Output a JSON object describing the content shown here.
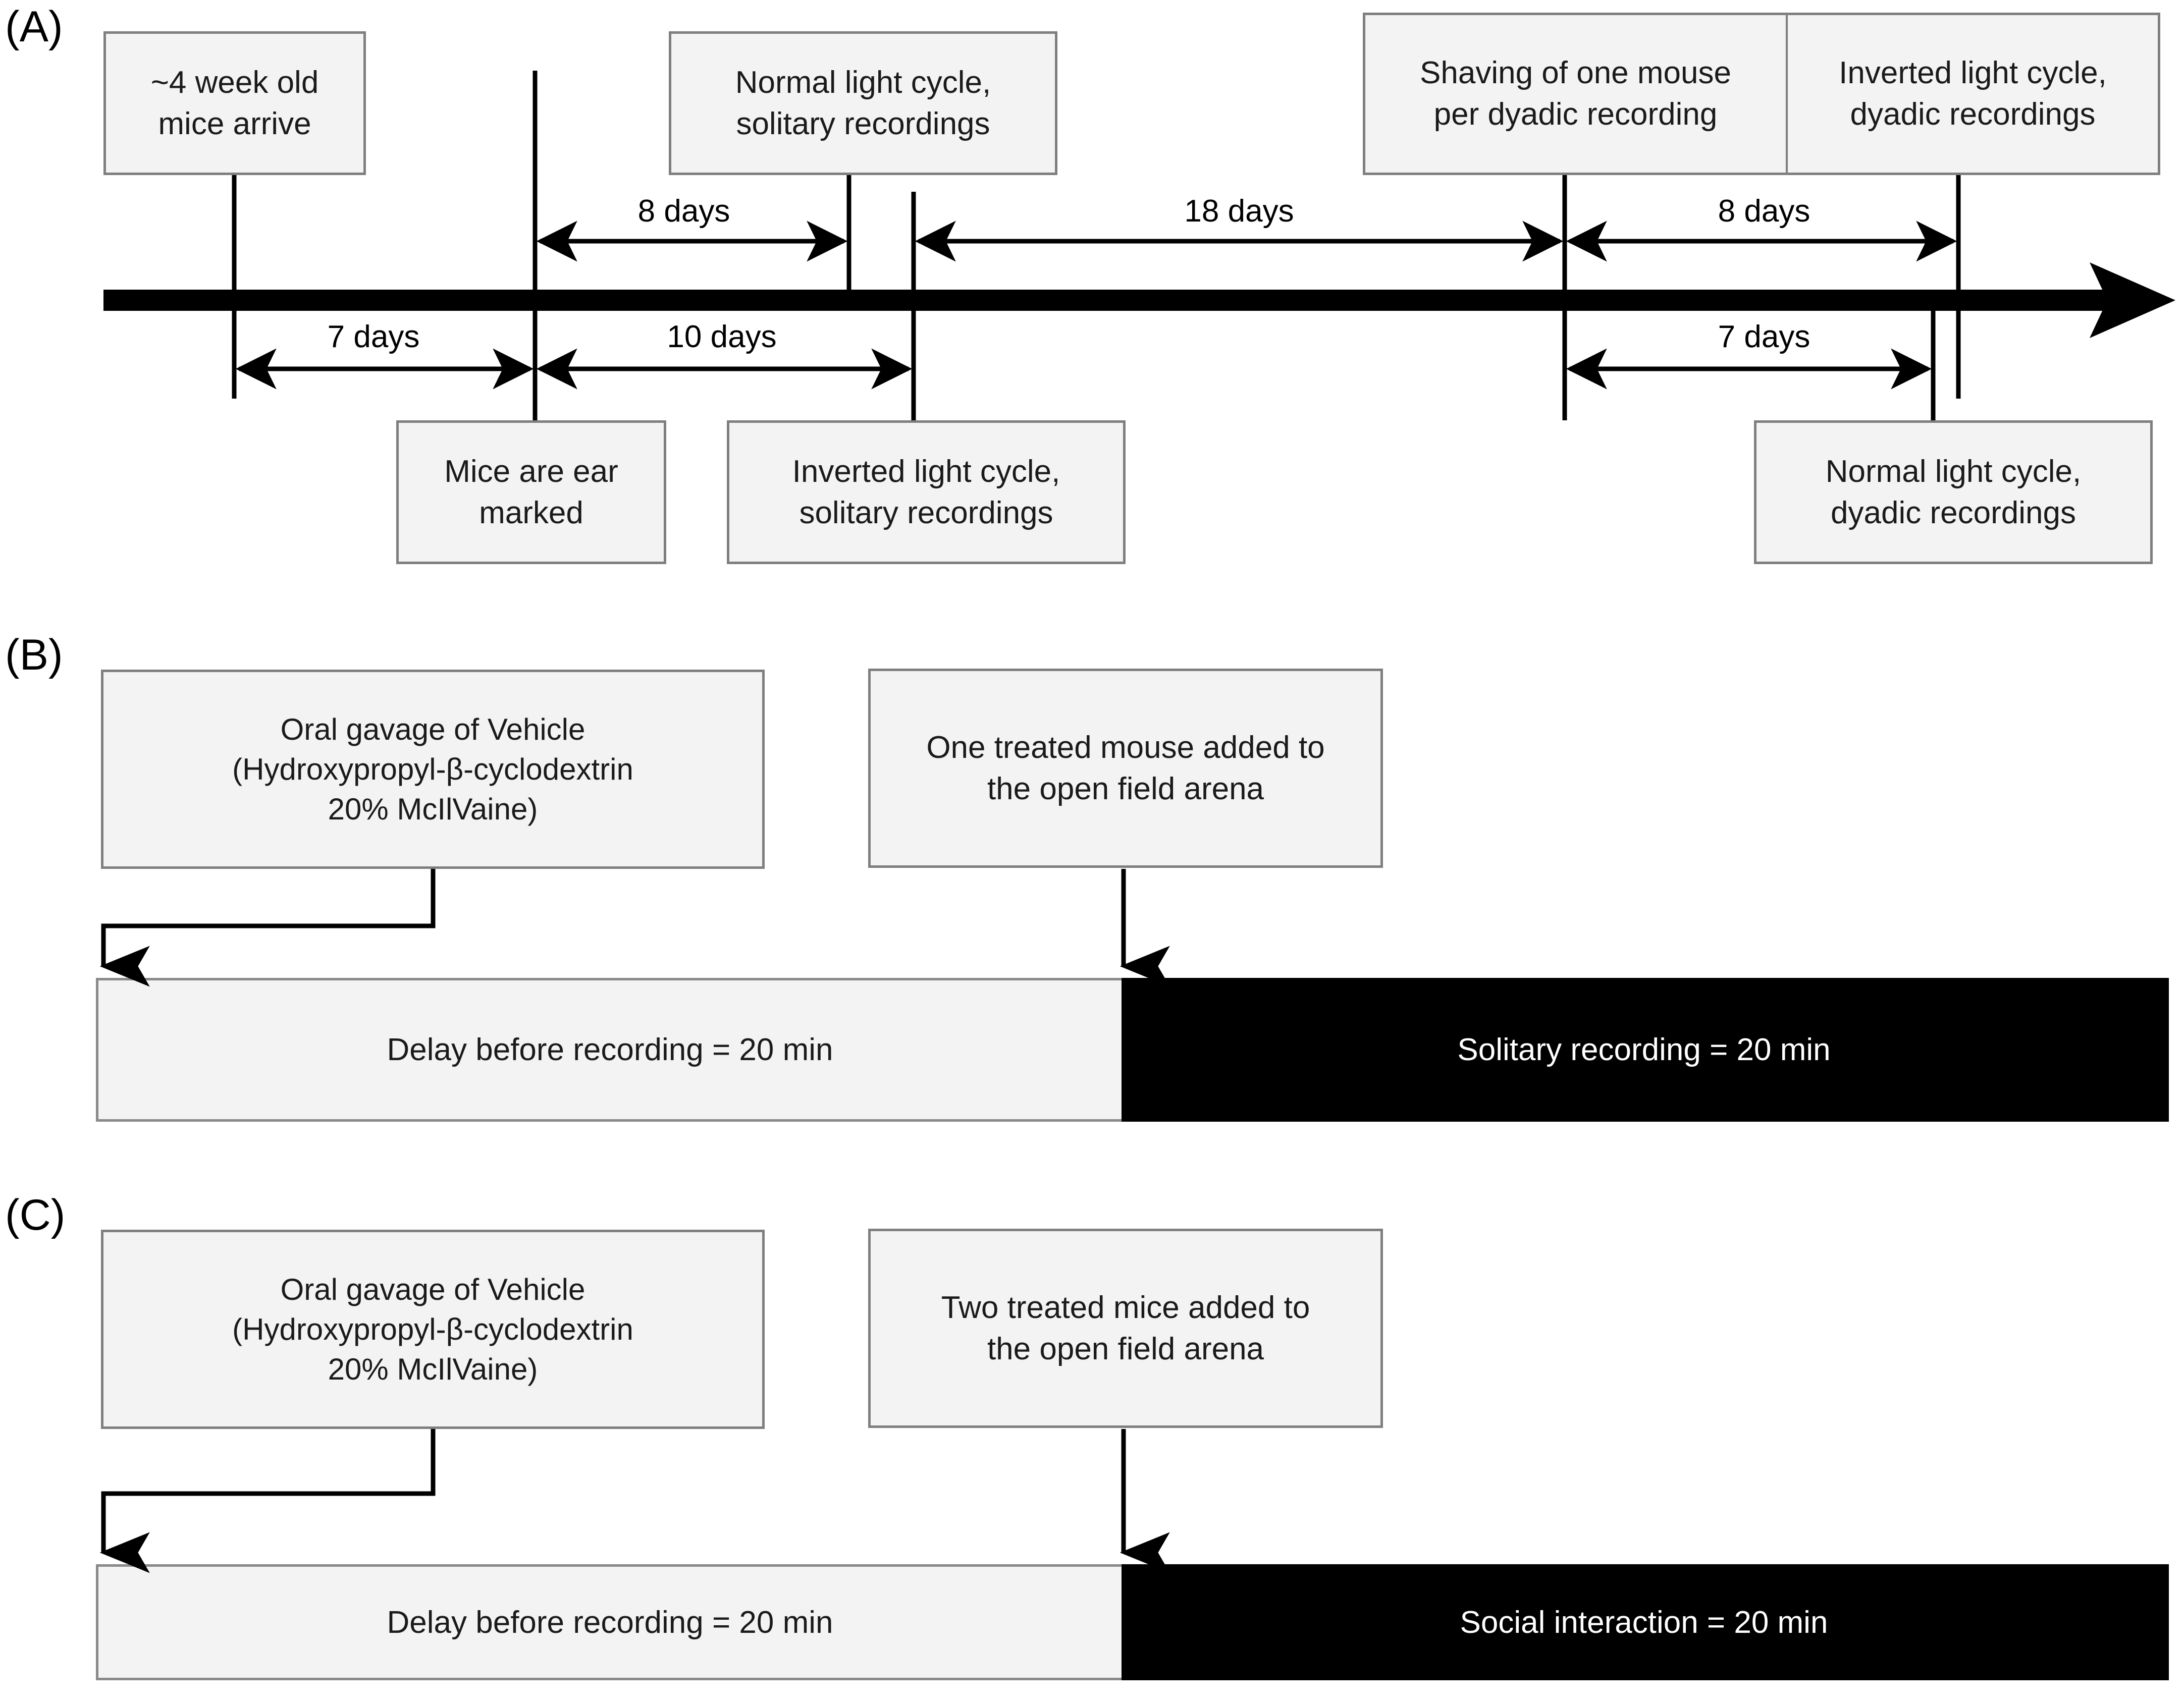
{
  "figure": {
    "background_color": "#ffffff",
    "box_fill": "#f3f3f3",
    "box_border": "#7f7f7f",
    "line_color": "#000000",
    "recording_bar_color": "#000000",
    "recording_bar_text_color": "#ffffff"
  },
  "panels": {
    "a": {
      "letter": "(A)",
      "boxes_above": [
        {
          "id": "mice-arrive",
          "text_lines": [
            "~4 week old",
            "mice arrive"
          ]
        },
        {
          "id": "normal-light-solitary",
          "text_lines": [
            "Normal light cycle,",
            "solitary recordings"
          ]
        },
        {
          "id": "shaving",
          "text_lines": [
            "Shaving of one mouse",
            "per dyadic recording"
          ]
        },
        {
          "id": "inverted-light-dyadic",
          "text_lines": [
            "Inverted light cycle,",
            "dyadic recordings"
          ]
        }
      ],
      "boxes_below": [
        {
          "id": "ear-marked",
          "text_lines": [
            "Mice are ear",
            "marked"
          ]
        },
        {
          "id": "inverted-light-solitary",
          "text_lines": [
            "Inverted light cycle,",
            "solitary recordings"
          ]
        },
        {
          "id": "normal-light-dyadic",
          "text_lines": [
            "Normal light cycle,",
            "dyadic recordings"
          ]
        }
      ],
      "durations_above": [
        {
          "id": "dur-8-days-first",
          "label": "8 days"
        },
        {
          "id": "dur-18-days",
          "label": "18 days"
        },
        {
          "id": "dur-8-days-second",
          "label": "8 days"
        }
      ],
      "durations_below": [
        {
          "id": "dur-7-days-first",
          "label": "7 days"
        },
        {
          "id": "dur-10-days",
          "label": "10 days"
        },
        {
          "id": "dur-7-days-second",
          "label": "7 days"
        }
      ]
    },
    "b": {
      "letter": "(B)",
      "gavage_box": {
        "id": "gavage-vehicle-b",
        "text_lines": [
          "Oral gavage of Vehicle",
          "(Hydroxypropyl-β-cyclodextrin",
          "20% McIlVaine)"
        ]
      },
      "arena_box": {
        "id": "one-mouse-arena",
        "text_lines": [
          "One treated mouse added to",
          "the open field arena"
        ]
      },
      "delay_segment": {
        "id": "delay-b",
        "label": "Delay before recording = 20 min"
      },
      "recording_segment": {
        "id": "solitary-recording",
        "label": "Solitary recording = 20 min"
      }
    },
    "c": {
      "letter": "(C)",
      "gavage_box": {
        "id": "gavage-vehicle-c",
        "text_lines": [
          "Oral gavage of Vehicle",
          "(Hydroxypropyl-β-cyclodextrin",
          "20% McIlVaine)"
        ]
      },
      "arena_box": {
        "id": "two-mice-arena",
        "text_lines": [
          "Two treated mice added to",
          "the open field arena"
        ]
      },
      "delay_segment": {
        "id": "delay-c",
        "label": "Delay before recording = 20 min"
      },
      "recording_segment": {
        "id": "social-interaction",
        "label": "Social interaction = 20 min"
      }
    }
  },
  "chart_data": {
    "type": "timeline",
    "title": "Experimental design timeline",
    "panel_a": {
      "description": "Study timeline with event boxes above and below a horizontal time axis arrow",
      "events": [
        {
          "label": "~4 week old mice arrive",
          "position": "above",
          "tick_day": 0
        },
        {
          "label": "Mice are ear marked",
          "position": "below",
          "tick_day": 7
        },
        {
          "label": "Normal light cycle, solitary recordings",
          "position": "above",
          "tick_day": 15
        },
        {
          "label": "Inverted light cycle, solitary recordings",
          "position": "below",
          "tick_day": 17
        },
        {
          "label": "Shaving of one mouse per dyadic recording",
          "position": "above",
          "tick_day": 35
        },
        {
          "label": "Normal light cycle, dyadic recordings",
          "position": "below",
          "tick_day": 42
        },
        {
          "label": "Inverted light cycle, dyadic recordings",
          "position": "above",
          "tick_day": 43
        }
      ],
      "intervals_above": [
        {
          "label": "8 days",
          "days": 8,
          "from_day": 7,
          "to_day": 15
        },
        {
          "label": "18 days",
          "days": 18,
          "from_day": 17,
          "to_day": 35
        },
        {
          "label": "8 days",
          "days": 8,
          "from_day": 35,
          "to_day": 43
        }
      ],
      "intervals_below": [
        {
          "label": "7 days",
          "days": 7,
          "from_day": 0,
          "to_day": 7
        },
        {
          "label": "10 days",
          "days": 10,
          "from_day": 7,
          "to_day": 17
        },
        {
          "label": "7 days",
          "days": 7,
          "from_day": 35,
          "to_day": 42
        }
      ]
    },
    "panel_b": {
      "description": "Solitary recording session protocol",
      "segments": [
        {
          "label": "Delay before recording = 20 min",
          "minutes": 20,
          "fill": "#f3f3f3"
        },
        {
          "label": "Solitary recording = 20 min",
          "minutes": 20,
          "fill": "#000000"
        }
      ]
    },
    "panel_c": {
      "description": "Dyadic / social interaction recording session protocol",
      "segments": [
        {
          "label": "Delay before recording = 20 min",
          "minutes": 20,
          "fill": "#f3f3f3"
        },
        {
          "label": "Social interaction = 20 min",
          "minutes": 20,
          "fill": "#000000"
        }
      ]
    }
  }
}
